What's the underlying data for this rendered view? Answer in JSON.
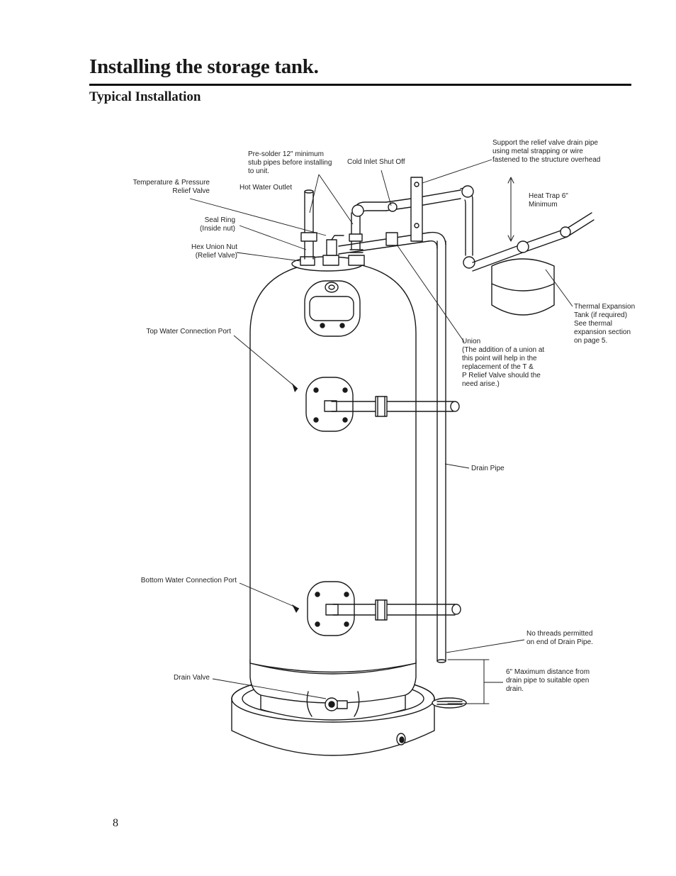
{
  "page": {
    "title": "Installing the storage tank.",
    "subtitle": "Typical Installation",
    "page_number": "8"
  },
  "callouts": {
    "temp_pressure_valve": "Temperature & Pressure\nRelief Valve",
    "presolder": "Pre-solder 12\" minimum\nstub pipes before installing\nto unit.",
    "hot_water_outlet": "Hot Water Outlet",
    "cold_inlet": "Cold Inlet Shut Off",
    "support_relief": "Support the relief valve drain pipe\nusing metal strapping or wire\nfastened to the structure overhead",
    "heat_trap": "Heat Trap 6\"\nMinimum",
    "seal_ring": "Seal Ring\n(Inside nut)",
    "hex_union": "Hex Union Nut\n(Relief Valve)",
    "thermal_expansion": "Thermal Expansion\nTank (if required)\nSee thermal\nexpansion section\non page 5.",
    "top_port": "Top Water Connection Port",
    "union": "Union\n(The addition of a union at\nthis point will help in the\nreplacement of the T &\nP Relief Valve should the\nneed arise.)",
    "drain_pipe": "Drain Pipe",
    "bottom_port": "Bottom Water Connection Port",
    "no_threads": "No threads permitted\non end of Drain Pipe.",
    "drain_valve": "Drain Valve",
    "max_distance": "6\" Maximum distance from\ndrain pipe to suitable open\ndrain."
  }
}
